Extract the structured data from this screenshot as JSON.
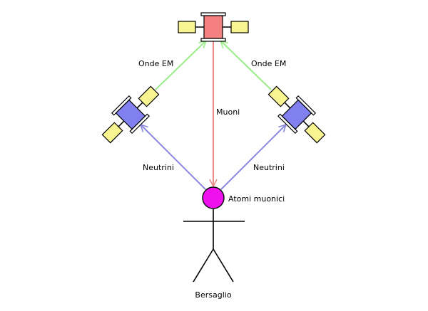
{
  "labels": {
    "onde_em_left": "Onde EM",
    "onde_em_right": "Onde EM",
    "muoni": "Muoni",
    "neutrini_left": "Neutrini",
    "neutrini_right": "Neutrini",
    "atomi_muonici": "Atomi muonici",
    "bersaglio": "Bersaglio"
  },
  "colors": {
    "em_arrow": "#99ee88",
    "muon_arrow": "#ee8888",
    "neutrino_arrow": "#8888dd",
    "top_satellite_body": "#f48080",
    "side_satellite_body": "#8080f0",
    "solar_panel": "#f8f490",
    "atom": "#ee11ee",
    "outline": "#000000"
  },
  "icons": {
    "top_satellite": "satellite-icon",
    "left_satellite": "satellite-icon",
    "right_satellite": "satellite-icon",
    "atom": "circle-atom-icon",
    "target": "stick-figure-icon"
  }
}
